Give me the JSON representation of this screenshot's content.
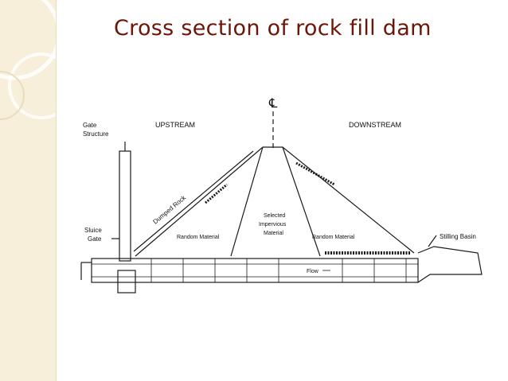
{
  "slide": {
    "title": "Cross section of rock fill dam"
  },
  "diagram": {
    "centerline_symbol": "℄",
    "labels": {
      "gate_structure_1": "Gate",
      "gate_structure_2": "Structure",
      "upstream": "UPSTREAM",
      "downstream": "DOWNSTREAM",
      "dumped_rock": "Dumped Rock",
      "selected_1": "Selected",
      "selected_2": "Impervious",
      "selected_3": "Material",
      "random_left": "Random Material",
      "random_right": "Random Material",
      "sluice_1": "Sluice",
      "sluice_2": "Gate",
      "stilling_basin": "Stilling Basin",
      "flow": "Flow"
    },
    "colors": {
      "line": "#1a1a1a",
      "title": "#6b1608",
      "sidebar": "#f7efd9"
    }
  }
}
